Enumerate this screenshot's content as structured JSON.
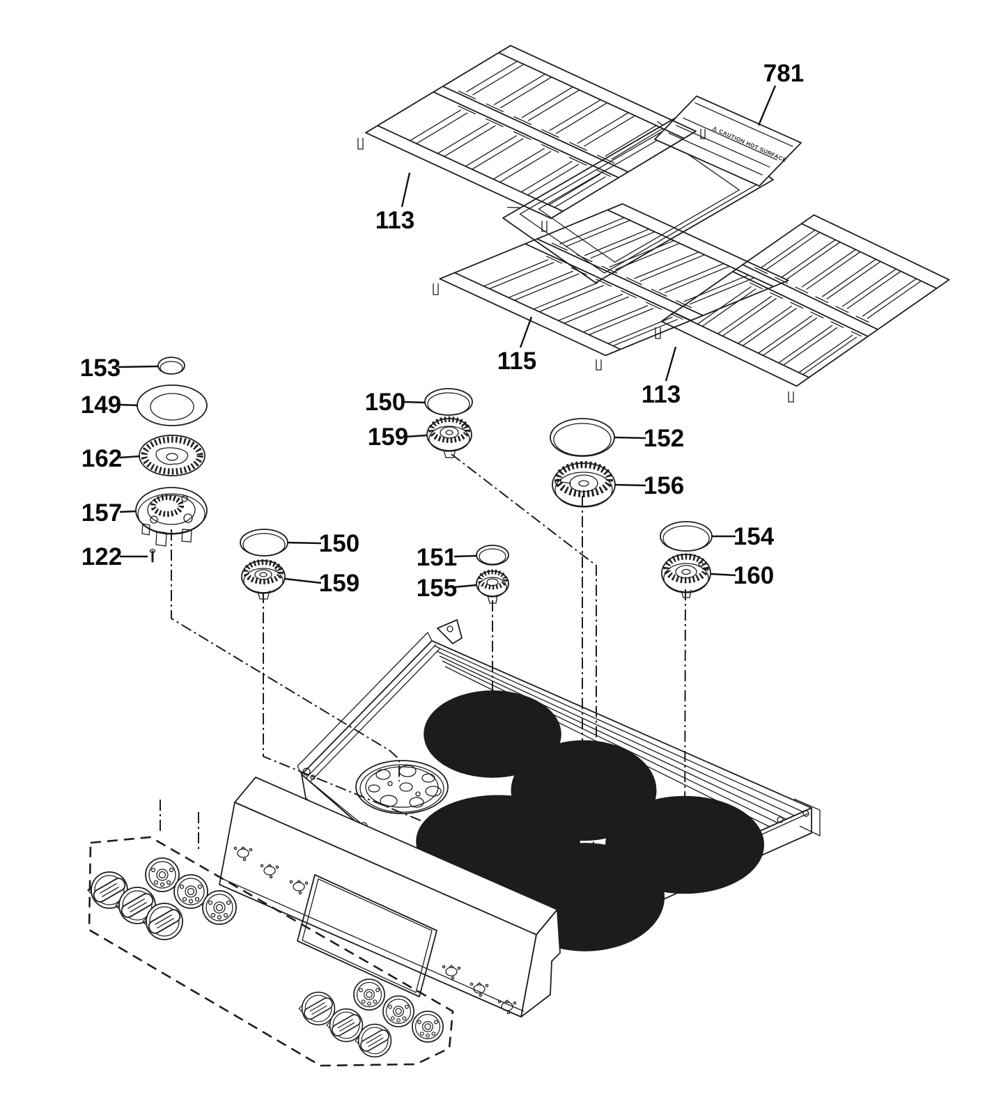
{
  "diagram": {
    "type": "exploded-parts-diagram",
    "subject": "Gas range cooktop assembly",
    "griddle_warning": "⚠ CAUTION HOT SURFACE",
    "labels": {
      "griddle": "781",
      "grate_left": "113",
      "grate_center": "115",
      "grate_right": "113",
      "small_cap": "153",
      "burner_ring": "149",
      "burner_cap_large": "162",
      "burner_head_large": "157",
      "screw": "122",
      "cap_top_center": "150",
      "head_top_center": "159",
      "cap_right_top": "152",
      "head_right_top": "156",
      "cap_left_mid": "150",
      "head_left_mid": "159",
      "cap_center_mid": "151",
      "head_center_mid": "155",
      "cap_right_mid": "154",
      "head_right_mid": "160"
    }
  }
}
